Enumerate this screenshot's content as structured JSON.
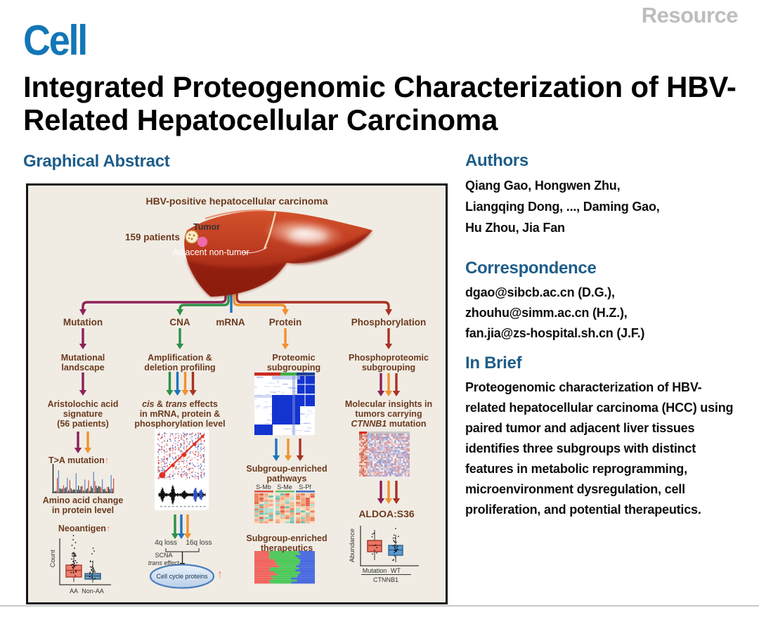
{
  "masthead": {
    "journal": "Cell",
    "article_type": "Resource"
  },
  "title_lines": [
    "Integrated Proteogenomic Characterization of HBV-",
    "Related Hepatocellular Carcinoma"
  ],
  "left": {
    "heading": "Graphical Abstract"
  },
  "right": {
    "authors": {
      "heading": "Authors",
      "lines": [
        "Qiang Gao, Hongwen Zhu,",
        "Liangqing Dong, ..., Daming Gao,",
        "Hu Zhou, Jia Fan"
      ]
    },
    "correspondence": {
      "heading": "Correspondence",
      "lines": [
        "dgao@sibcb.ac.cn (D.G.),",
        "zhouhu@simm.ac.cn (H.Z.),",
        "fan.jia@zs-hospital.sh.cn (J.F.)"
      ]
    },
    "in_brief": {
      "heading": "In Brief",
      "text": "Proteogenomic characterization of HBV-related hepatocellular carcinoma (HCC) using paired tumor and adjacent liver tissues identifies three subgroups with distinct features in metabolic reprogramming, microenvironment dysregulation, cell proliferation, and potential therapeutics."
    }
  },
  "figure": {
    "title": "HBV-positive hepatocellular carcinoma",
    "patients": "159 patients",
    "tumor": "Tumor",
    "adjacent": "Adjacent non-tumor",
    "up": "↑",
    "branches": [
      "Mutation",
      "CNA",
      "mRNA",
      "Protein",
      "Phosphorylation"
    ],
    "col1": {
      "head": [
        "Mutational",
        "landscape"
      ],
      "step2": [
        "Aristolochic acid",
        "signature",
        "(56 patients)"
      ],
      "taa": "T>A mutation",
      "amino": [
        "Amino acid change",
        "in protein level"
      ],
      "neo": "Neoantigen",
      "box": {
        "ylabel": "Count",
        "x1": "AA",
        "x2": "Non-AA"
      }
    },
    "col2": {
      "head": [
        "Amplification &",
        "deletion profiling"
      ],
      "cis_i1": "cis",
      "cis_t1": " & ",
      "cis_i2": "trans",
      "cis_t2": " effects",
      "cis_l2": "in mRNA, protein &",
      "cis_l3": "phosphorylation level",
      "q4": "4q loss",
      "q16": "16q loss",
      "scna": "SCNA",
      "trans_i": "trans",
      "trans_t": " effect",
      "ellipse": "Cell cycle proteins"
    },
    "col3": {
      "head": [
        "Proteomic",
        "subgrouping"
      ],
      "pathways": [
        "Subgroup-enriched",
        "pathways"
      ],
      "groups": [
        "S-Mb",
        "S-Me",
        "S-Pf"
      ],
      "ther": [
        "Subgroup-enriched",
        "therapeutics"
      ]
    },
    "col4": {
      "head": [
        "Phosphoproteomic",
        "subgrouping"
      ],
      "insight_l1": "Molecular insights in",
      "insight_l2": "tumors carrying",
      "gene": "CTNNB1",
      "insight_l3b": " mutation",
      "aldoa": "ALDOA:S36",
      "box": {
        "ylabel": "Abundance",
        "x1": "Mutation",
        "x2": "WT",
        "group": "CTNNB1"
      }
    }
  },
  "colors": {
    "mutation_purple": "#8e2158",
    "cna_green": "#2e9148",
    "mrna_blue": "#1c75bc",
    "protein_orange": "#f0922f",
    "phospho_darkred": "#a93226",
    "salmon_up": "#f4776b",
    "figure_brown": "#6c3a1e",
    "heading_blue": "#1e5d89",
    "cell_logo_blue": "#1276b6",
    "resource_gray": "#bdbdbd"
  }
}
